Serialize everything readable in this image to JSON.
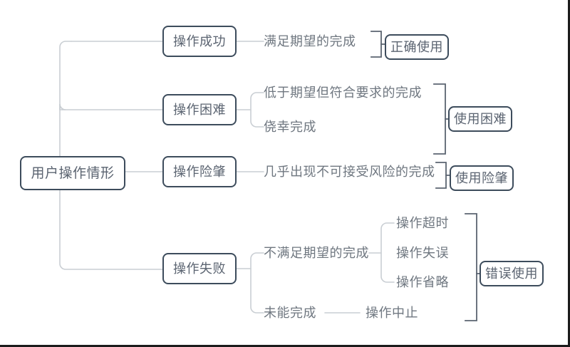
{
  "diagram": {
    "title": "用户操作情形",
    "root": {
      "label": "用户操作情形"
    },
    "level1": [
      {
        "label": "操作成功"
      },
      {
        "label": "操作困难"
      },
      {
        "label": "操作险肇"
      },
      {
        "label": "操作失败"
      }
    ],
    "level2": [
      {
        "label": "满足期望的完成"
      },
      {
        "label": "低于期望但符合要求的完成"
      },
      {
        "label": "侥幸完成"
      },
      {
        "label": "几乎出现不可接受风险的完成"
      },
      {
        "label": "不满足期望的完成"
      },
      {
        "label": "未能完成"
      }
    ],
    "level3": [
      {
        "label": "操作超时"
      },
      {
        "label": "操作失误"
      },
      {
        "label": "操作省略"
      },
      {
        "label": "操作中止"
      }
    ],
    "outcomes": [
      {
        "label": "正确使用"
      },
      {
        "label": "使用困难"
      },
      {
        "label": "使用险肇"
      },
      {
        "label": "错误使用"
      }
    ],
    "colors": {
      "node_border": "#3d4c5c",
      "node_text": "#5b6471",
      "leaf_text": "#6f7780",
      "connector_light": "#c9ced3",
      "connector_dark": "#5b6471",
      "background": "#ffffff",
      "frame": "#1b1b1b"
    }
  }
}
